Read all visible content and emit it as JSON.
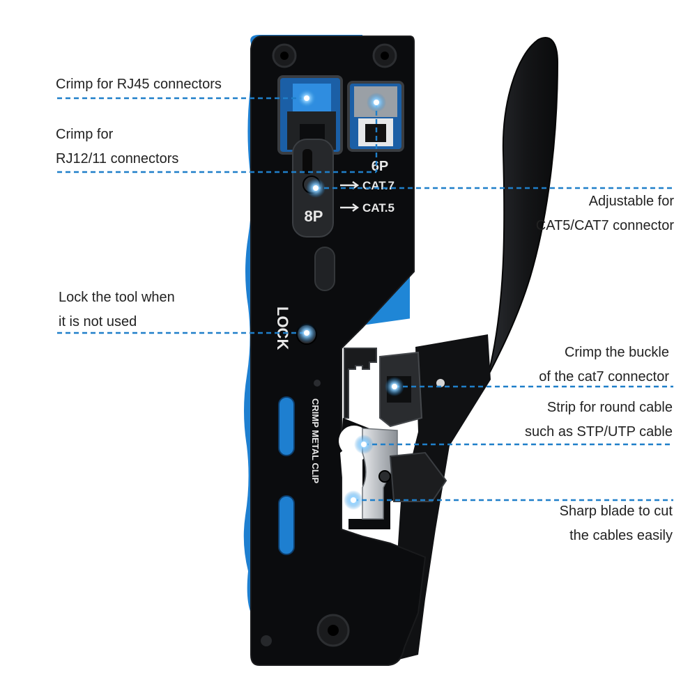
{
  "tool": {
    "stamp_6p": "6P",
    "stamp_8p": "8P",
    "stamp_cat7": "CAT.7",
    "stamp_cat5": "CAT.5",
    "stamp_lock": "LOCK",
    "stamp_clip": "CRIMP METAL CLIP",
    "body_color": "#0b0c0e",
    "grip_color": "#1e7fd0",
    "handle_color": "#141517"
  },
  "callouts": [
    {
      "id": "rj45",
      "lines": [
        "Crimp for RJ45 connectors"
      ]
    },
    {
      "id": "rj12",
      "lines": [
        "Crimp for",
        "RJ12/11 connectors"
      ]
    },
    {
      "id": "adjustable",
      "lines": [
        "Adjustable for",
        "CAT5/CAT7 connector"
      ]
    },
    {
      "id": "lock",
      "lines": [
        "Lock the tool when",
        "it is not used"
      ]
    },
    {
      "id": "buckle",
      "lines": [
        "Crimp the buckle",
        "of the cat7 connector"
      ]
    },
    {
      "id": "strip",
      "lines": [
        "Strip for round cable",
        "such as STP/UTP cable"
      ]
    },
    {
      "id": "blade",
      "lines": [
        "Sharp blade to cut",
        "the cables easily"
      ]
    }
  ],
  "colors": {
    "accent": "#1e88d8",
    "leader": "#1f7fc9",
    "text": "#222222"
  }
}
